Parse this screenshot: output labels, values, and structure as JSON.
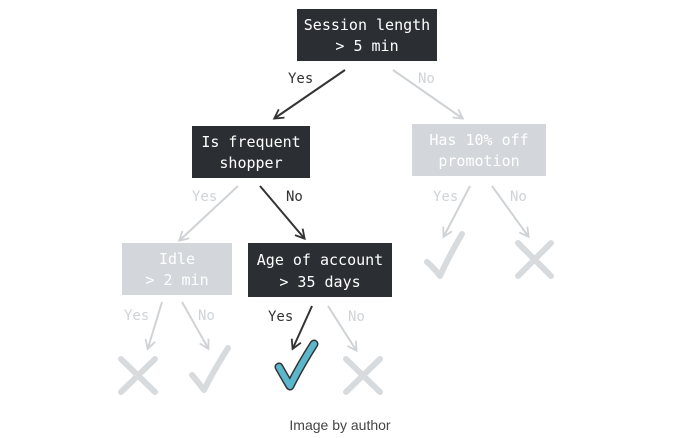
{
  "colors": {
    "active_fill": "#2b2f33",
    "active_text": "#ffffff",
    "active_line": "#333333",
    "faded_fill": "#d3d6da",
    "faded_text": "#ffffff",
    "faded_line": "#d0d3d6",
    "check_active": "#5bb8cc",
    "check_faded": "#d8dbde",
    "cross_faded": "#d8dbde"
  },
  "nodes": {
    "session": {
      "line1": "Session length",
      "line2": "> 5 min"
    },
    "frequent": {
      "line1": "Is frequent",
      "line2": "shopper"
    },
    "promotion": {
      "line1": "Has 10% off",
      "line2": "promotion"
    },
    "idle": {
      "line1": "Idle",
      "line2": "> 2 min"
    },
    "age": {
      "line1": "Age of account",
      "line2": "> 35 days"
    }
  },
  "edges": {
    "session_yes": "Yes",
    "session_no": "No",
    "frequent_yes": "Yes",
    "frequent_no": "No",
    "promotion_yes": "Yes",
    "promotion_no": "No",
    "idle_yes": "Yes",
    "idle_no": "No",
    "age_yes": "Yes",
    "age_no": "No"
  },
  "caption": "Image by author"
}
